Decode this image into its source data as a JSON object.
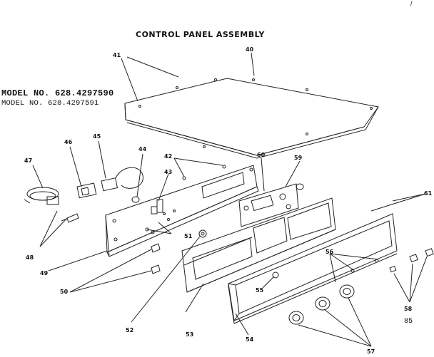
{
  "title": "CONTROL PANEL ASSEMBLY",
  "model_numbers": [
    "MODEL NO. 628.4297590",
    "MODEL NO. 628.4297591"
  ],
  "page_number": "85",
  "corner_mark": "/",
  "callouts": {
    "c40": "40",
    "c41": "41",
    "c42": "42",
    "c43": "43",
    "c44": "44",
    "c45": "45",
    "c46": "46",
    "c47": "47",
    "c48": "48",
    "c49": "49",
    "c50": "50",
    "c51": "51",
    "c52": "52",
    "c53": "53",
    "c54": "54",
    "c55": "55",
    "c56": "56",
    "c57": "57",
    "c58": "58",
    "c59": "59",
    "c60": "60",
    "c61": "61"
  }
}
